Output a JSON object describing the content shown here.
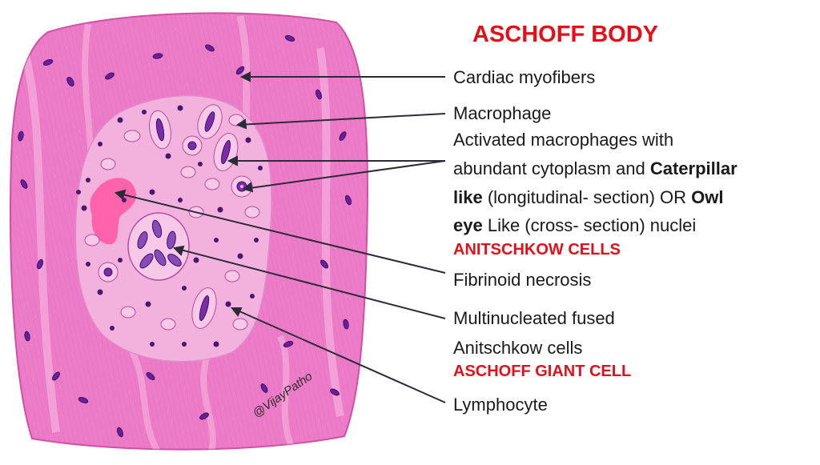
{
  "title": "ASCHOFF BODY",
  "colors": {
    "title_red": "#e3101a",
    "tissue_pink": "#ec7cc8",
    "tissue_pink_light": "#f3b2de",
    "nucleus_purple": "#5a1d8a",
    "arrow": "#2b2b3a"
  },
  "labels": {
    "cardiac_myofibers": "Cardiac myofibers",
    "macrophage": "Macrophage",
    "activated_line1": "Activated macrophages with",
    "activated_line2_a": "abundant cytoplasm and ",
    "activated_line2_b": "Caterpillar",
    "activated_line3_a": "like",
    "activated_line3_b": " (longitudinal- section) OR ",
    "activated_line3_c": "Owl",
    "activated_line4_a": "eye",
    "activated_line4_b": " Like (cross- section) nuclei",
    "anitschkow_cells": "ANITSCHKOW CELLS",
    "fibrinoid_necrosis": "Fibrinoid necrosis",
    "multinucleated_line1": "Multinucleated fused",
    "multinucleated_line2": "Anitschkow cells",
    "aschoff_giant_cell": "ASCHOFF GIANT CELL",
    "lymphocyte": "Lymphocyte"
  },
  "watermark": "@VijayPatho"
}
